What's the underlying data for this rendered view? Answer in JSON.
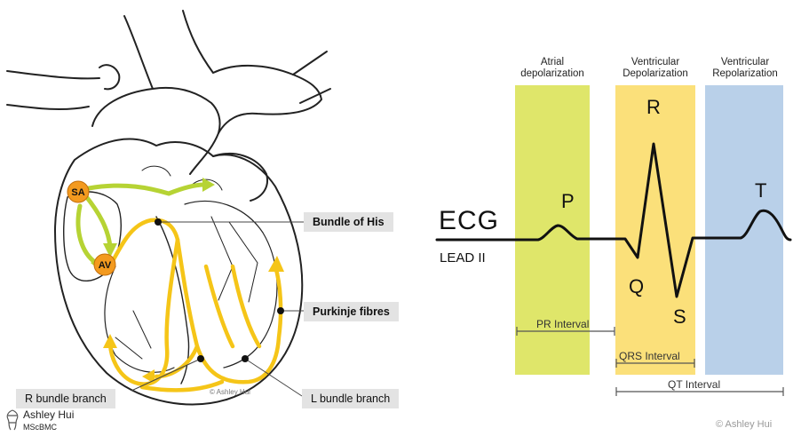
{
  "heart": {
    "nodes": {
      "sa": "SA",
      "av": "AV"
    },
    "labels": {
      "bundle_of_his": "Bundle of His",
      "purkinje_fibres": "Purkinje fibres",
      "r_bundle_branch": "R bundle branch",
      "l_bundle_branch": "L bundle branch"
    },
    "inner_copyright": "© Ashley Hui"
  },
  "ecg": {
    "title": "ECG",
    "lead": "LEAD II",
    "phases": [
      {
        "title_line1": "Atrial",
        "title_line2": "depolarization",
        "color": "#dfe66a"
      },
      {
        "title_line1": "Ventricular",
        "title_line2": "Depolarization",
        "color": "#fbe07a"
      },
      {
        "title_line1": "Ventricular",
        "title_line2": "Repolarization",
        "color": "#b9d0e9"
      }
    ],
    "waves": {
      "p": "P",
      "q": "Q",
      "r": "R",
      "s": "S",
      "t": "T"
    },
    "intervals": {
      "pr": "PR Interval",
      "qrs": "QRS Interval",
      "qt": "QT Interval"
    },
    "copyright": "© Ashley Hui"
  },
  "logo": {
    "name": "Ashley Hui",
    "sub": "MScBMC"
  },
  "colors": {
    "green_arrow": "#b6d334",
    "yellow_arrow": "#f5c518",
    "node_orange": "#f39a1f"
  }
}
